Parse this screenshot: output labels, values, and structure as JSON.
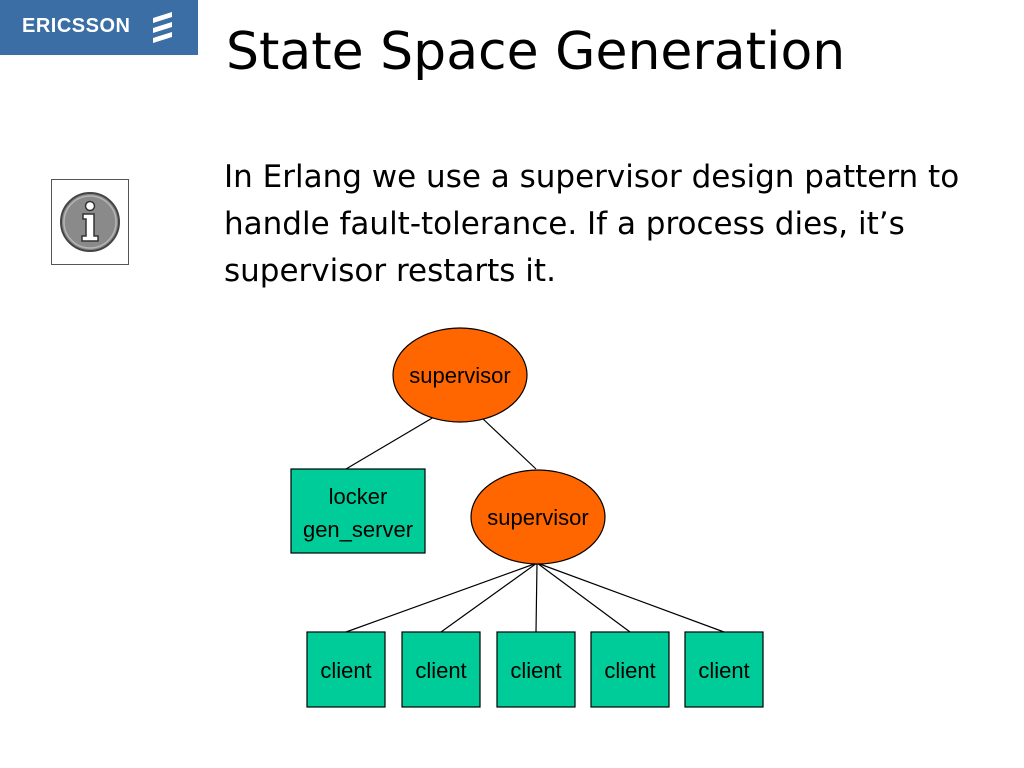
{
  "logo": {
    "text": "ERICSSON",
    "icon": "ericsson-stripes-icon",
    "bg_color": "#3a6ea5"
  },
  "slide": {
    "title": "State Space Generation",
    "body": "In Erlang we use a supervisor design pattern to handle fault-tolerance. If a process dies, it’s supervisor restarts it.",
    "info_icon": "info-icon"
  },
  "diagram": {
    "colors": {
      "supervisor": "#ff6600",
      "worker": "#00cc99",
      "line": "#000000"
    },
    "nodes": {
      "root_supervisor": {
        "label": "supervisor"
      },
      "locker": {
        "line1": "locker",
        "line2": "gen_server"
      },
      "child_supervisor": {
        "label": "supervisor"
      },
      "clients": [
        "client",
        "client",
        "client",
        "client",
        "client"
      ]
    }
  }
}
